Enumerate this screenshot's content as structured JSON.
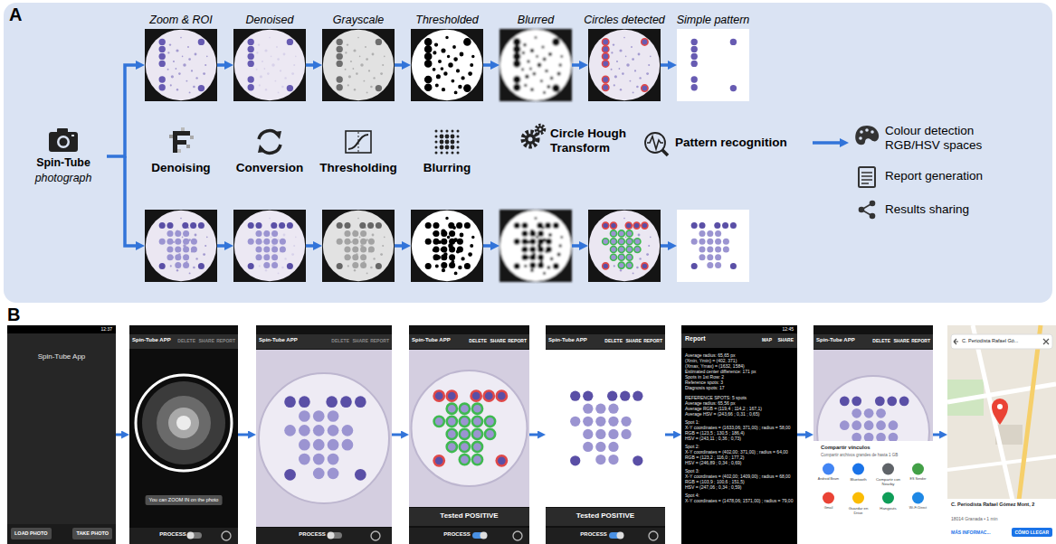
{
  "diagram": {
    "nodes": [
      {
        "text": [
          "A"
        ]
      },
      {
        "text": [
          "Spin-Tube",
          "photograph"
        ],
        "in": 0
      },
      {
        "text": [
          "Zoom & ROI"
        ],
        "in": 0
      },
      {
        "text": [
          "Denoised"
        ],
        "in": 0
      },
      {
        "text": [
          "Grayscale"
        ],
        "in": 0
      },
      {
        "text": [
          "Thresholded"
        ],
        "in": 0
      },
      {
        "text": [
          "Blurred"
        ],
        "in": 0
      },
      {
        "text": [
          "Circles detected"
        ],
        "in": 0
      },
      {
        "text": [
          "Simple pattern"
        ],
        "in": 0
      },
      {
        "text": [
          "12:37",
          "Spin-Tube App",
          "LOAD PHOTO",
          "TAKE PHOTO"
        ]
      },
      {
        "text": [
          "Spin-Tube APP",
          "DELETE",
          "SHARE",
          "REPORT",
          "You can ZOOM IN on the photo",
          "PROCESS"
        ]
      },
      {
        "text": [
          "Spin-Tube APP",
          "DELETE",
          "SHARE",
          "REPORT",
          "PROCESS"
        ]
      },
      {
        "text": [
          "Spin-Tube APP",
          "DELETE",
          "SHARE",
          "REPORT",
          "Tested POSITIVE",
          "PROCESS"
        ]
      },
      {
        "text": [
          "Spin-Tube APP",
          "DELETE",
          "SHARE",
          "REPORT",
          "Tested POSITIVE",
          "PROCESS"
        ]
      },
      {
        "text": [
          "12:45",
          "Report",
          "MAP",
          "SHARE",
          "Average radius: 65,65 px",
          "(Xmin, Ymin) = (402, 371)",
          "(Xmax, Ymax) = (1632, 1584)",
          "Estimated center difference: 171 px",
          "Spots in 1st Row: 2",
          "Reference spots: 3",
          "Diagnosis spots: 17",
          "REFERENCE SPOTS: 5 spots",
          "Average radius: 65,56 px",
          "Average RGB = (119,4 ; 114,2 ; 167,1)",
          "Average HSV = (243,66 ; 0,31 ; 0,65)",
          "Spot 1:",
          "X-Y coordinates = (1633,06; 371,00) ; radius = 58,00",
          "RGB = (123,5 ; 130,5 ; 186,4)",
          "HSV = (243,11 ; 0,36 ; 0,73)",
          "Spot 2:",
          "X-Y coordinates = (402,00; 371,00) ; radius = 64,00",
          "RGB = (123,2 ; 116,0 ; 177,2)",
          "HSV = (246,89 ; 0,34 ; 0,69)",
          "Spot 3:",
          "X-Y coordinates = (402,00; 1409,00) ; radius = 68,00",
          "RGB = (103,9 ; 100,6 ; 151,5)",
          "HSV = (247,06 ; 0,34 ; 0,59)",
          "Spot 4:",
          "X-Y coordinates = (1478,06; 1571,00) ; radius = 79,00"
        ]
      },
      {
        "text": [
          "Spin-Tube APP",
          "DELETE",
          "SHARE",
          "REPORT",
          "Compartir vínculos",
          "Compartir archivos grandes de hasta 1 GB",
          "Android Beam",
          "Bluetooth",
          "Compartir con Nearby",
          "ES Sender",
          "Gmail",
          "Guardar en Drive",
          "Hangouts",
          "Wi-Fi Direct"
        ]
      },
      {
        "text": [
          "C. Periodista Rafael Gó...",
          "C. Periodista Rafael Gómez Mont, 2",
          "18014 Granada • 1 min",
          "MÁS INFORMAC...",
          "CÓMO LLEGAR"
        ]
      }
    ],
    "edges": [
      {
        "from": 1,
        "to": 2,
        "arrow": "to"
      },
      {
        "from": 2,
        "to": 3,
        "arrow": "to"
      },
      {
        "from": 3,
        "to": 4,
        "arrow": "to"
      },
      {
        "from": 4,
        "to": 5,
        "arrow": "to"
      },
      {
        "from": 5,
        "to": 6,
        "arrow": "to"
      },
      {
        "from": 6,
        "to": 7,
        "arrow": "to"
      },
      {
        "from": 7,
        "to": 8,
        "arrow": "to"
      },
      {
        "from": 9,
        "to": 10,
        "arrow": "to"
      },
      {
        "from": 10,
        "to": 11,
        "arrow": "to"
      },
      {
        "from": 11,
        "to": 12,
        "arrow": "to"
      },
      {
        "from": 12,
        "to": 13,
        "arrow": "to"
      },
      {
        "from": 13,
        "to": 14,
        "arrow": "to"
      },
      {
        "from": 14,
        "to": 15,
        "arrow": "to"
      },
      {
        "from": 15,
        "to": 16,
        "arrow": "to"
      }
    ],
    "labels": [
      "B",
      "Denoising",
      "Conversion",
      "Thresholding",
      "Blurring",
      "Circle Hough Transform",
      "Pattern recognition",
      "Colour detection RGB/HSV spaces",
      "Report generation",
      "Results sharing"
    ]
  }
}
